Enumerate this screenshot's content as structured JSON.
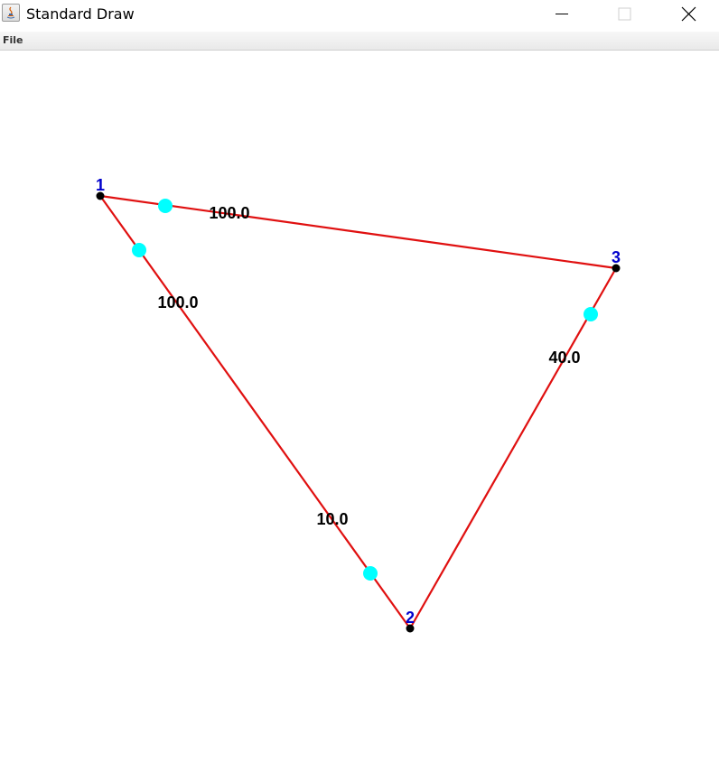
{
  "window": {
    "title": "Standard Draw"
  },
  "menu": {
    "file_label": "File"
  },
  "graph": {
    "colors": {
      "edge": "#e01010",
      "node": "#000000",
      "node_label": "#0000cc",
      "weight_label": "#000000",
      "marker": "#00ffff"
    },
    "nodes": [
      {
        "id": "1",
        "label": "1"
      },
      {
        "id": "2",
        "label": "2"
      },
      {
        "id": "3",
        "label": "3"
      }
    ],
    "edges": [
      {
        "from": "1",
        "to": "3",
        "weight": "100.0"
      },
      {
        "from": "1",
        "to": "2",
        "weight": "100.0"
      },
      {
        "from": "1",
        "to": "2",
        "weight": "10.0"
      },
      {
        "from": "2",
        "to": "3",
        "weight": "40.0"
      }
    ]
  }
}
